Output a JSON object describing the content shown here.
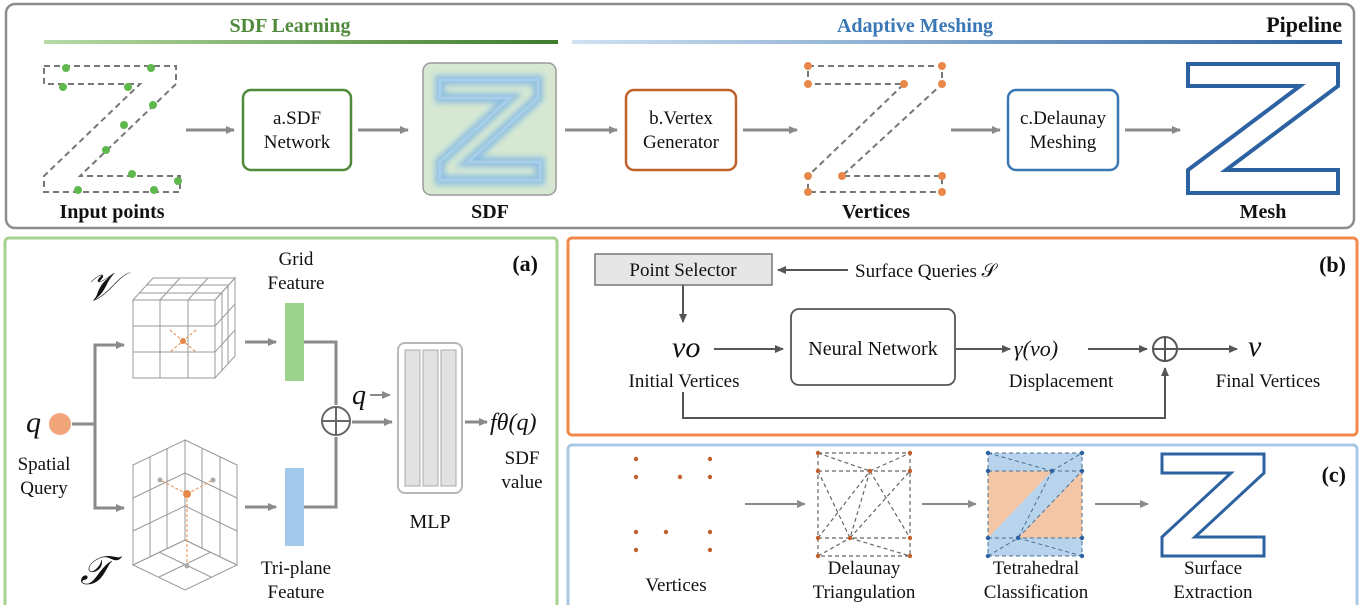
{
  "pipeline": {
    "title": "Pipeline",
    "sdf_learning_label": "SDF Learning",
    "adaptive_meshing_label": "Adaptive Meshing",
    "stage_input_points": "Input points",
    "stage_sdf": "SDF",
    "stage_vertices": "Vertices",
    "stage_mesh": "Mesh",
    "box_a_line1": "a.SDF",
    "box_a_line2": "Network",
    "box_b_line1": "b.Vertex",
    "box_b_line2": "Generator",
    "box_c_line1": "c.Delaunay",
    "box_c_line2": "Meshing",
    "colors": {
      "green": "#4f8a3a",
      "green_light": "#9cc98a",
      "orange": "#c0602a",
      "blue": "#3a78b5",
      "blue_light": "#a9c9e6"
    }
  },
  "panel_a": {
    "tag": "(a)",
    "sym_V": "𝒱",
    "sym_T": "𝒯",
    "grid_feature_1": "Grid",
    "grid_feature_2": "Feature",
    "triplane_1": "Tri-plane",
    "triplane_2": "Feature",
    "q_main": "q",
    "spatial_1": "Spatial",
    "spatial_2": "Query",
    "q_arrow": "q",
    "mlp": "MLP",
    "f_out": "fθ(q)",
    "sdf_value_1": "SDF",
    "sdf_value_2": "value",
    "plus": "⊕"
  },
  "panel_b": {
    "tag": "(b)",
    "point_selector": "Point Selector",
    "surface_queries": "Surface Queries 𝒮",
    "vo": "vo",
    "initial_vertices": "Initial Vertices",
    "neural_network": "Neural Network",
    "gamma": "γ(vo)",
    "displacement": "Displacement",
    "v": "v",
    "final_vertices": "Final Vertices",
    "plus": "⊕"
  },
  "panel_c": {
    "tag": "(c)",
    "vertices": "Vertices",
    "delaunay_1": "Delaunay",
    "delaunay_2": "Triangulation",
    "tetra_1": "Tetrahedral",
    "tetra_2": "Classification",
    "surface_1": "Surface",
    "surface_2": "Extraction"
  }
}
